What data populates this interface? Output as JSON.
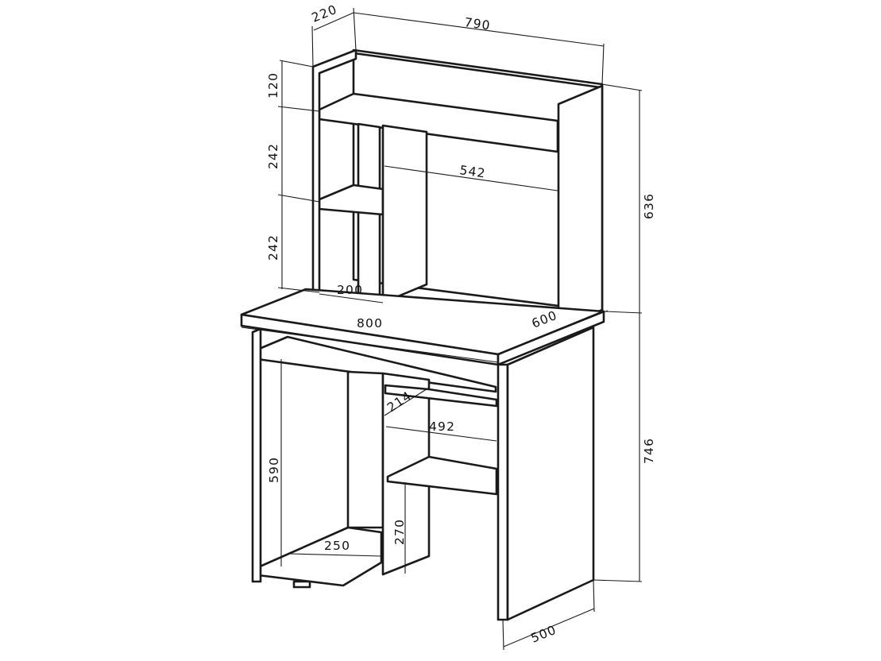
{
  "drawing": {
    "title": "",
    "line_color": "#1a1a1a",
    "background": "#ffffff"
  },
  "dims": {
    "hutch_depth": "220",
    "hutch_width": "790",
    "top_gap": "120",
    "upper_shelf": "242",
    "lower_shelf": "242",
    "hutch_height": "636",
    "hutch_inner_width": "542",
    "cubby_width": "200",
    "desk_width": "800",
    "desk_depth": "600",
    "keyboard_depth": "214",
    "shelf_width": "492",
    "cpu_height": "590",
    "shelf_height": "270",
    "cpu_width": "250",
    "desk_height": "746",
    "side_depth": "500"
  }
}
